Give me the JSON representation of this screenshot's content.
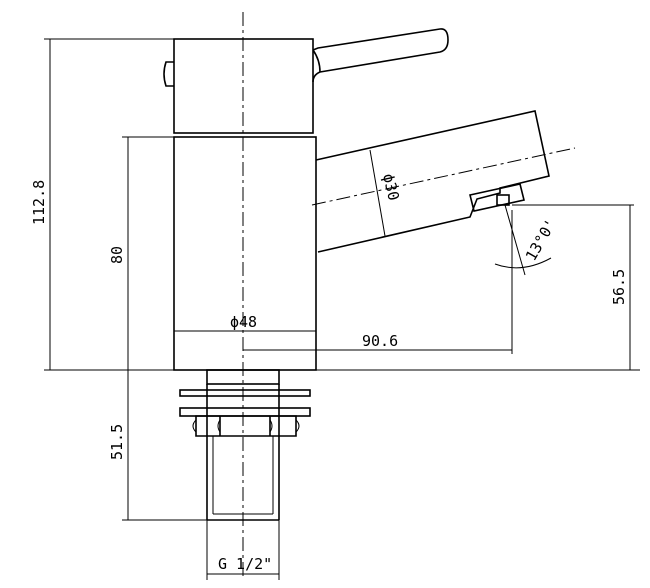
{
  "dimensions": {
    "overall_height": "112.8",
    "body_height": "80",
    "diameter_body": "ϕ48",
    "spout_reach": "90.6",
    "spout_diameter": "ϕ30",
    "spout_angle": "13°0'",
    "spout_height": "56.5",
    "shank_length": "51.5",
    "thread": "G 1/2\""
  }
}
